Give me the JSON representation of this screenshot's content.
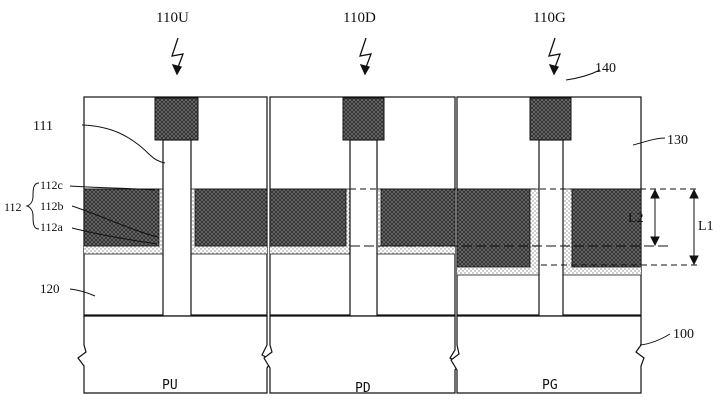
{
  "labels": {
    "col1_arrow": "110U",
    "col2_arrow": "110D",
    "col3_arrow": "110G",
    "gate_contact": "140",
    "fin": "111",
    "top_dielectric": "130",
    "layer_c": "112c",
    "layer_b": "112b",
    "layer_a": "112a",
    "layer_group": "112",
    "bottom_dielectric": "120",
    "substrate": "100",
    "len1": "L1",
    "len2": "L2",
    "col1_name": "PU",
    "col2_name": "PD",
    "col3_name": "PG"
  },
  "colors": {
    "line": "#111111",
    "hatch_fill": "#7a7a7a",
    "dot_layer": "#f2f2f2"
  }
}
